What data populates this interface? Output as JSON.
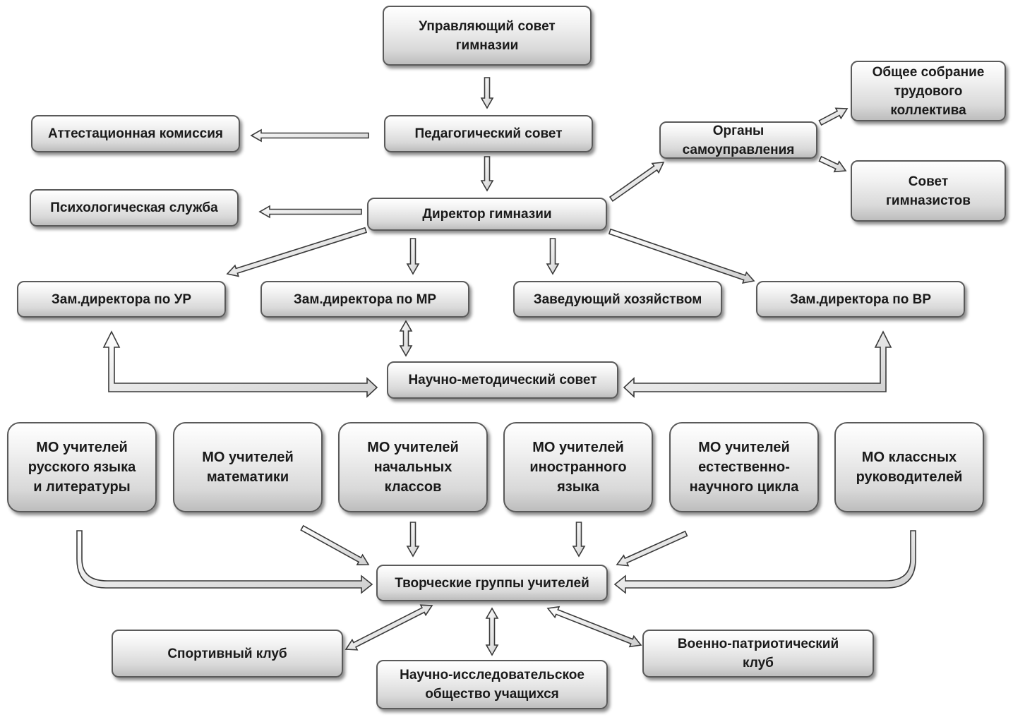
{
  "nodes": {
    "governing_council": "Управляющий совет\nгимназии",
    "pedagogical_council": "Педагогический совет",
    "attestation_commission": "Аттестационная комиссия",
    "psychological_service": "Психологическая служба",
    "director": "Директор гимназии",
    "self_government": "Органы\nсамоуправления",
    "general_meeting": "Общее собрание\nтрудового\nколлектива",
    "student_council": "Совет\nгимназистов",
    "deputy_ur": "Зам.директора  по УР",
    "deputy_mr": "Зам.директора  по МР",
    "household_head": "Заведующий хозяйством",
    "deputy_vr": "Зам.директора  по ВР",
    "methodical_council": "Научно-методический совет",
    "mo_russian": "МО учителей\nрусского языка\nи литературы",
    "mo_math": "МО учителей\nматематики",
    "mo_primary": "МО учителей\nначальных\nклассов",
    "mo_foreign": "МО учителей\nиностранного\nязыка",
    "mo_science": "МО учителей\nестественно-\nнаучного цикла",
    "mo_class_teachers": "МО классных\nруководителей",
    "creative_groups": "Творческие группы учителей",
    "sports_club": "Спортивный клуб",
    "research_society": "Научно-исследовательское\nобщество учащихся",
    "military_club": "Военно-патриотический\nклуб"
  },
  "colors": {
    "box_border": "#5a5a5a",
    "arrow_fill": "#ffffff",
    "arrow_stroke": "#3a3a3a"
  }
}
